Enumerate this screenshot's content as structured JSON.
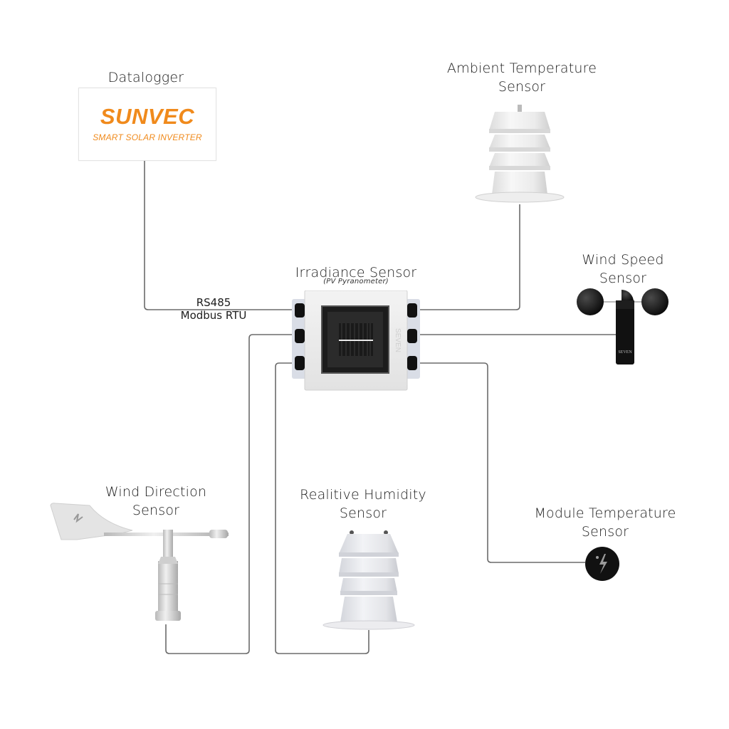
{
  "colors": {
    "brand_orange": "#F08A1C",
    "wire": "#6b6b6b",
    "background": "#ffffff"
  },
  "datalogger": {
    "title": "Datalogger",
    "brand": "SUNVEC",
    "tagline": "SMART SOLAR INVERTER"
  },
  "connection": {
    "protocol_line1": "RS485",
    "protocol_line2": "Modbus RTU"
  },
  "hub": {
    "title": "Irradiance Sensor",
    "subtitle": "(PV Pyranometer)",
    "side_brand": "SEVEN",
    "icon": "solar-cell-icon"
  },
  "sensors": {
    "ambient_temperature": {
      "line1": "Ambient Temperature",
      "line2": "Sensor",
      "icon": "radiation-shield-icon"
    },
    "wind_speed": {
      "line1": "Wind Speed",
      "line2": "Sensor",
      "icon": "anemometer-icon"
    },
    "wind_direction": {
      "line1": "Wind Direction",
      "line2": "Sensor",
      "icon": "wind-vane-icon"
    },
    "relative_humidity": {
      "line1": "Realitive Humidity",
      "line2": "Sensor",
      "icon": "radiation-shield-icon"
    },
    "module_temperature": {
      "line1": "Module Temperature",
      "line2": "Sensor",
      "icon": "lightning-bolt-icon"
    }
  }
}
